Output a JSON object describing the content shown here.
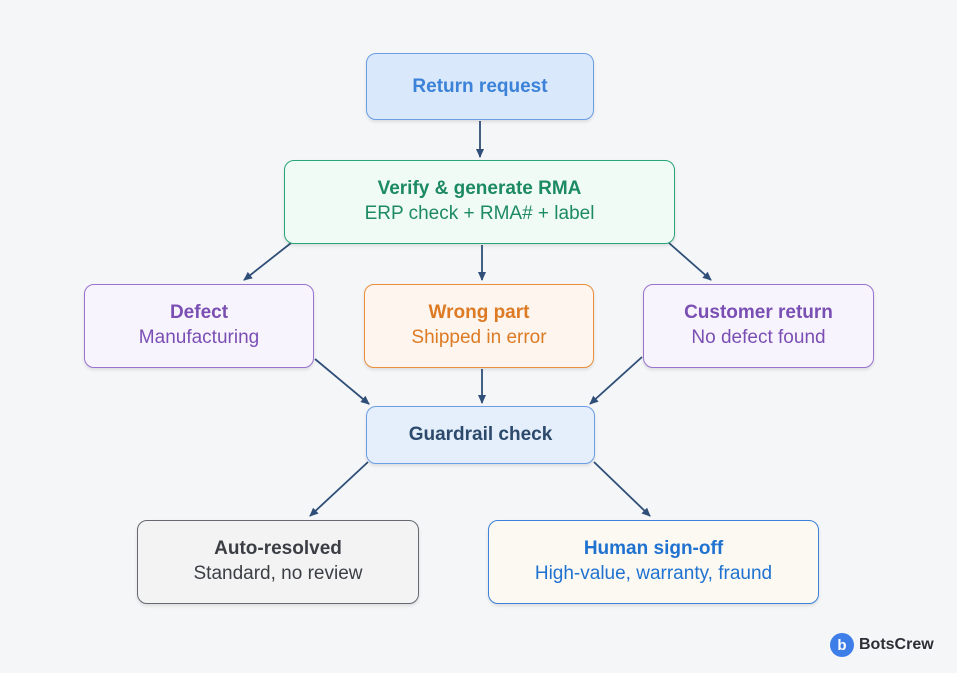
{
  "nodes": {
    "return_request": {
      "title": "Return request"
    },
    "verify": {
      "title": "Verify & generate RMA",
      "subtitle": "ERP check + RMA# + label"
    },
    "defect": {
      "title": "Defect",
      "subtitle": "Manufacturing"
    },
    "wrong_part": {
      "title": "Wrong part",
      "subtitle": "Shipped in error"
    },
    "customer_return": {
      "title": "Customer return",
      "subtitle": "No defect found"
    },
    "guardrail": {
      "title": "Guardrail check"
    },
    "auto_resolved": {
      "title": "Auto-resolved",
      "subtitle": "Standard, no review"
    },
    "human_signoff": {
      "title": "Human sign-off",
      "subtitle": "High-value, warranty, fraund"
    }
  },
  "edges": [
    {
      "from": "return_request",
      "to": "verify"
    },
    {
      "from": "verify",
      "to": "defect"
    },
    {
      "from": "verify",
      "to": "wrong_part"
    },
    {
      "from": "verify",
      "to": "customer_return"
    },
    {
      "from": "defect",
      "to": "guardrail"
    },
    {
      "from": "wrong_part",
      "to": "guardrail"
    },
    {
      "from": "customer_return",
      "to": "guardrail"
    },
    {
      "from": "guardrail",
      "to": "auto_resolved"
    },
    {
      "from": "guardrail",
      "to": "human_signoff"
    }
  ],
  "brand": {
    "icon_letter": "b",
    "name": "BotsCrew",
    "color": "#3d7ee8"
  },
  "colors": {
    "arrow": "#2f4f78",
    "background": "#f5f6f8"
  }
}
